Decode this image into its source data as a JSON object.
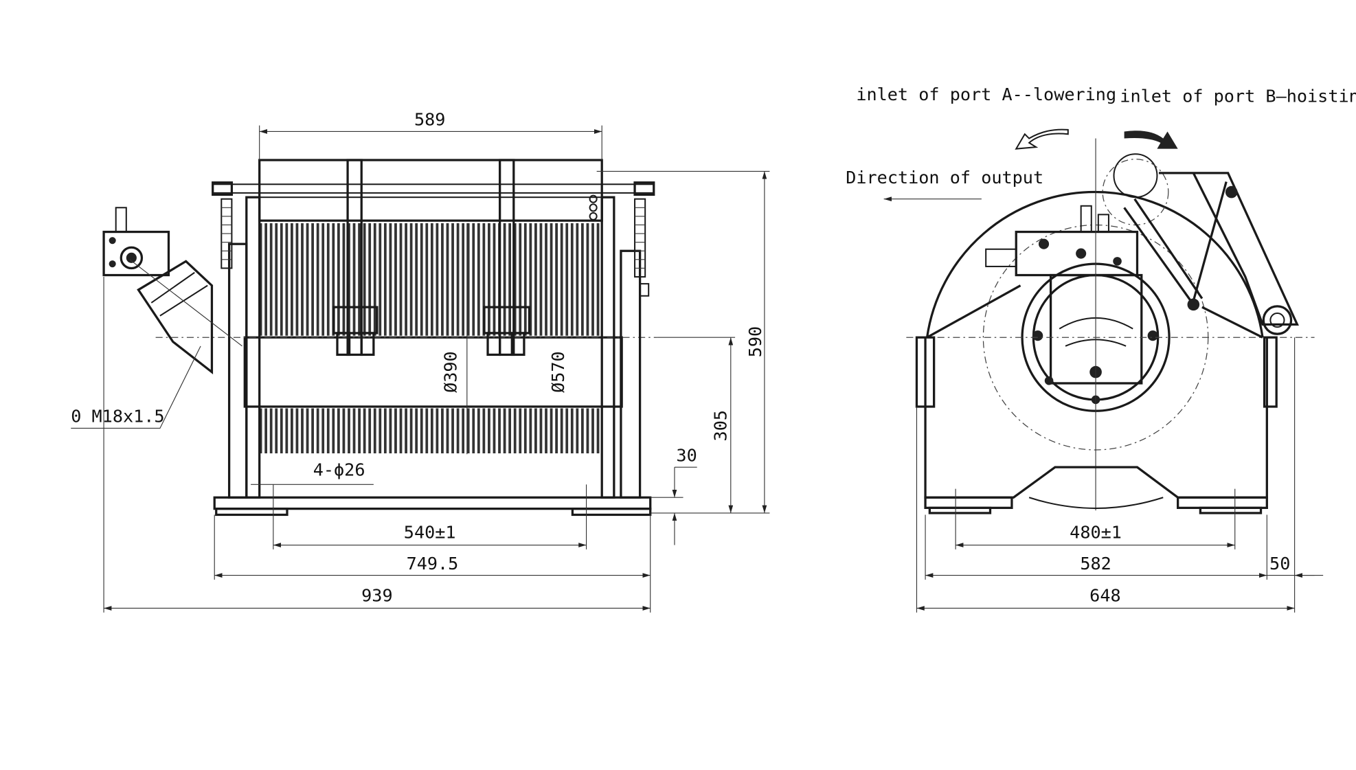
{
  "side_view": {
    "dim_top": "589",
    "dim_height_total": "590",
    "dim_axis_height": "305",
    "dim_base": "30",
    "dim_bolt_spacing": "540±1",
    "dim_frame_width": "749.5",
    "dim_overall_width": "939",
    "bolt_holes": "4-ϕ26",
    "port_thread": "0 M18x1.5",
    "drum_diameter": "Ø390",
    "flange_diameter": "Ø570"
  },
  "end_view": {
    "port_a_label": "inlet of port A--lowering",
    "port_b_label": "inlet of port B—hoisting",
    "output_direction_label": "Direction of output",
    "dim_bolt_spacing": "480±1",
    "dim_frame_width": "582",
    "dim_overall_width": "648",
    "dim_offset": "50"
  }
}
